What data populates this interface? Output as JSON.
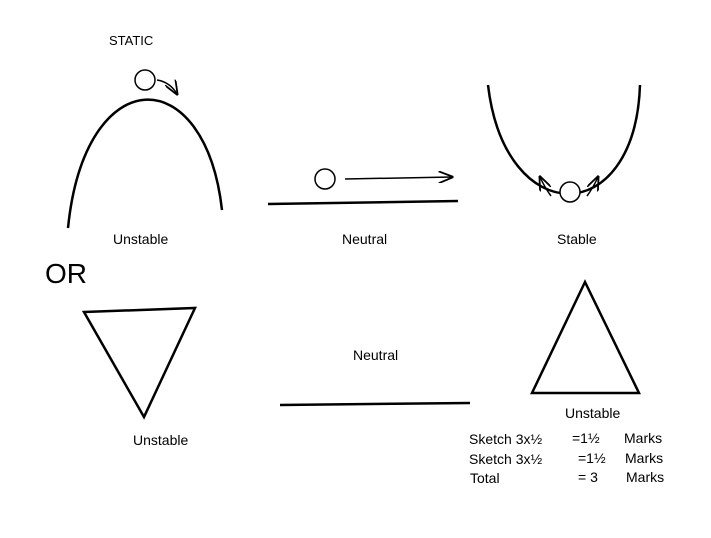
{
  "title": "STATIC",
  "or_label": "OR",
  "row1": {
    "left_label": "Unstable",
    "middle_label": "Neutral",
    "right_label": "Stable"
  },
  "row2": {
    "left_label": "Unstable",
    "middle_label": "Neutral",
    "right_label": "Unstable"
  },
  "marks": [
    {
      "item": "Sketch 3x½",
      "value": "=1½",
      "unit": "Marks"
    },
    {
      "item": "Sketch 3x½",
      "value": "=1½",
      "unit": "Marks"
    },
    {
      "item": "Total",
      "value": "= 3",
      "unit": "Marks"
    }
  ]
}
